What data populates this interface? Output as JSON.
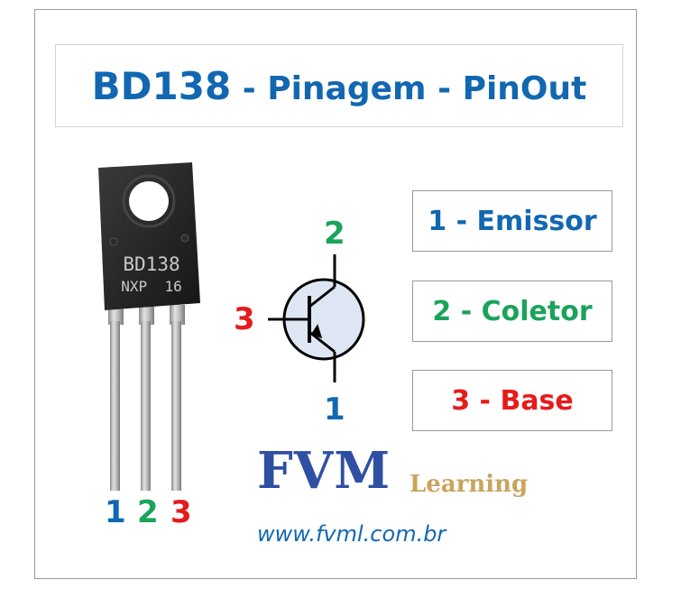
{
  "title": {
    "part": "BD138",
    "separator1": " - ",
    "pinagem": "Pinagem",
    "separator2": " - ",
    "pinout": "PinOut"
  },
  "pins": [
    {
      "label": "1 - Emissor",
      "color": "#1267b1"
    },
    {
      "label": "2 - Coletor",
      "color": "#1aa45a"
    },
    {
      "label": "3 - Base",
      "color": "#e51c1c"
    }
  ],
  "symbol_labels": {
    "collector": "2",
    "base": "3",
    "emitter": "1"
  },
  "photo": {
    "marking_line1": "BD138",
    "marking_line2": "NXP  16",
    "leg_labels": [
      "1",
      "2",
      "3"
    ]
  },
  "brand": {
    "logo": "FVM",
    "tagline": "Learning",
    "url": "www.fvml.com.br"
  }
}
